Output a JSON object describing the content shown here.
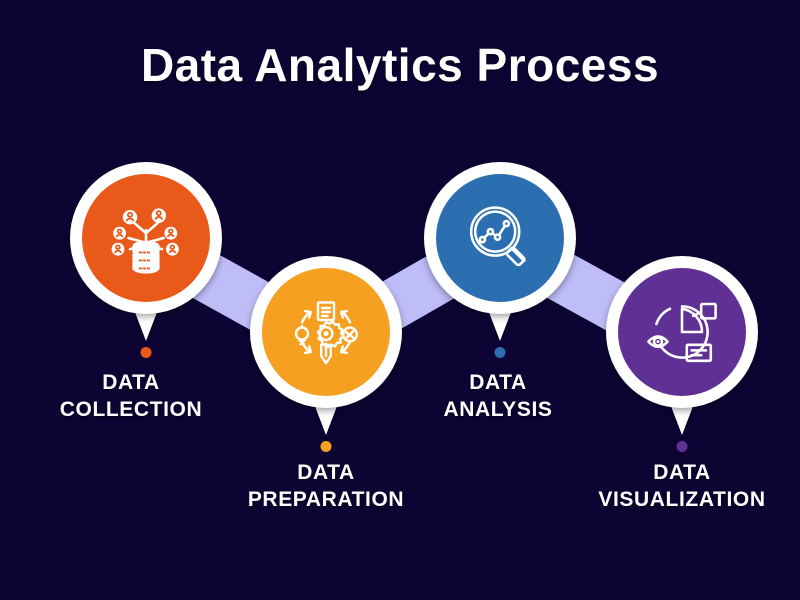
{
  "page": {
    "title": "Data Analytics Process",
    "background_color": "#0d0433",
    "ribbon_color": "#bfbdf8",
    "ring_color": "#ffffff",
    "text_color": "#ffffff"
  },
  "steps": [
    {
      "index": "1",
      "label_line1": "DATA",
      "label_line2": "COLLECTION",
      "label_full": "DATA COLLECTION",
      "color": "#e8591a",
      "icon": "database-users-network-icon"
    },
    {
      "index": "2",
      "label_line1": "DATA",
      "label_line2": "PREPARATION",
      "label_full": "DATA PREPARATION",
      "color": "#f5a021",
      "icon": "gear-pencil-process-icon"
    },
    {
      "index": "3",
      "label_line1": "DATA",
      "label_line2": "ANALYSIS",
      "label_full": "DATA ANALYSIS",
      "color": "#2b6fb0",
      "icon": "magnifier-line-chart-icon"
    },
    {
      "index": "4",
      "label_line1": "DATA",
      "label_line2": "VISUALIZATION",
      "label_full": "DATA VISUALIZATION",
      "color": "#5f3195",
      "icon": "pie-chart-eye-icon"
    }
  ]
}
